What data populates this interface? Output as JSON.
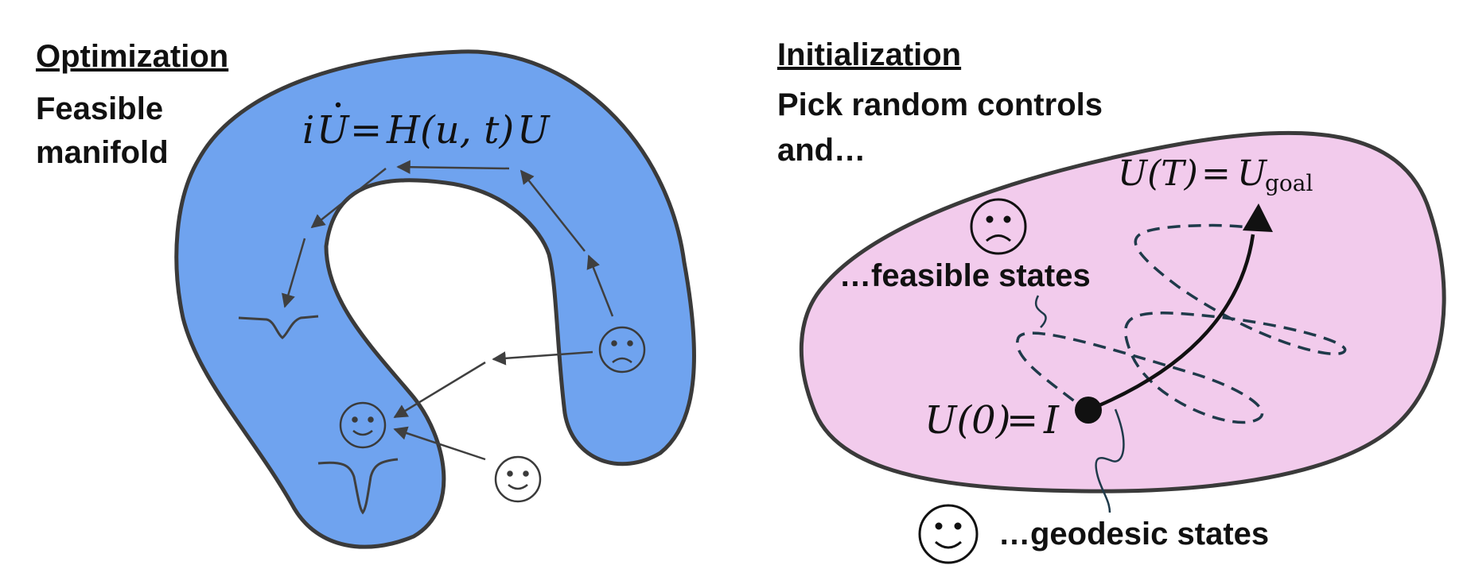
{
  "left_panel": {
    "heading": "Optimization",
    "subheading_line1": "Feasible",
    "subheading_line2": "manifold",
    "equation": {
      "lhs_i": "i",
      "lhs_U": "U",
      "eq": "=",
      "H": "H",
      "args": "(u, t)",
      "rhs_U": "U"
    }
  },
  "right_panel": {
    "heading": "Initialization",
    "subheading_line1": "Pick random controls",
    "subheading_line2": "and…",
    "feasible_label": "…feasible states",
    "geodesic_label": "…geodesic states",
    "goal_eq": {
      "lhs": "U(T)",
      "eq": "=",
      "U": "U",
      "sub": "goal"
    },
    "start_eq": {
      "lhs": "U(0)",
      "eq": "=",
      "rhs": "I"
    }
  },
  "colors": {
    "manifold_fill": "#6FA3EF",
    "region_fill": "#F2CBEC",
    "outline": "#3A3A3A",
    "arrow": "#3F3F3F",
    "dashed": "#1F3A4A",
    "ink": "#111111"
  },
  "icons": [
    "sad-face-icon",
    "happy-face-icon",
    "dip-curve-icon",
    "goal-arrowhead-icon",
    "start-dot-icon"
  ]
}
